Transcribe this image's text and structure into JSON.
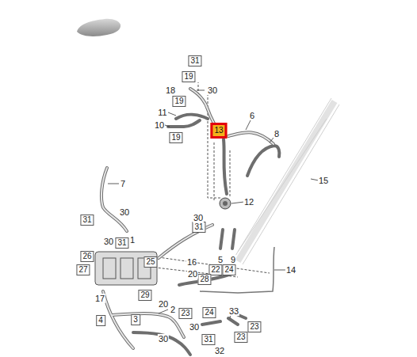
{
  "diagram": {
    "nodes": [
      {
        "text": [
          "31"
        ]
      },
      {
        "text": [
          "19"
        ]
      },
      {
        "text": [
          "19"
        ]
      },
      {
        "text": [
          "13"
        ]
      },
      {
        "text": [
          "19"
        ]
      },
      {
        "text": [
          "31"
        ]
      },
      {
        "text": [
          "31"
        ]
      },
      {
        "text": [
          "31"
        ]
      },
      {
        "text": [
          "26"
        ]
      },
      {
        "text": [
          "25"
        ]
      },
      {
        "text": [
          "27"
        ]
      },
      {
        "text": [
          "22"
        ]
      },
      {
        "text": [
          "24"
        ]
      },
      {
        "text": [
          "28"
        ]
      },
      {
        "text": [
          "29"
        ]
      },
      {
        "text": [
          "24"
        ]
      },
      {
        "text": [
          "23"
        ]
      },
      {
        "text": [
          "3"
        ]
      },
      {
        "text": [
          "4"
        ]
      },
      {
        "text": [
          "23"
        ]
      },
      {
        "text": [
          "23"
        ]
      },
      {
        "text": [
          "31"
        ]
      }
    ],
    "labels": [
      "18",
      "30",
      "11",
      "6",
      "10",
      "8",
      "15",
      "7",
      "12",
      "30",
      "30",
      "1",
      "30",
      "16",
      "5",
      "9",
      "14",
      "20",
      "17",
      "20",
      "2",
      "33",
      "30",
      "30",
      "32"
    ]
  }
}
